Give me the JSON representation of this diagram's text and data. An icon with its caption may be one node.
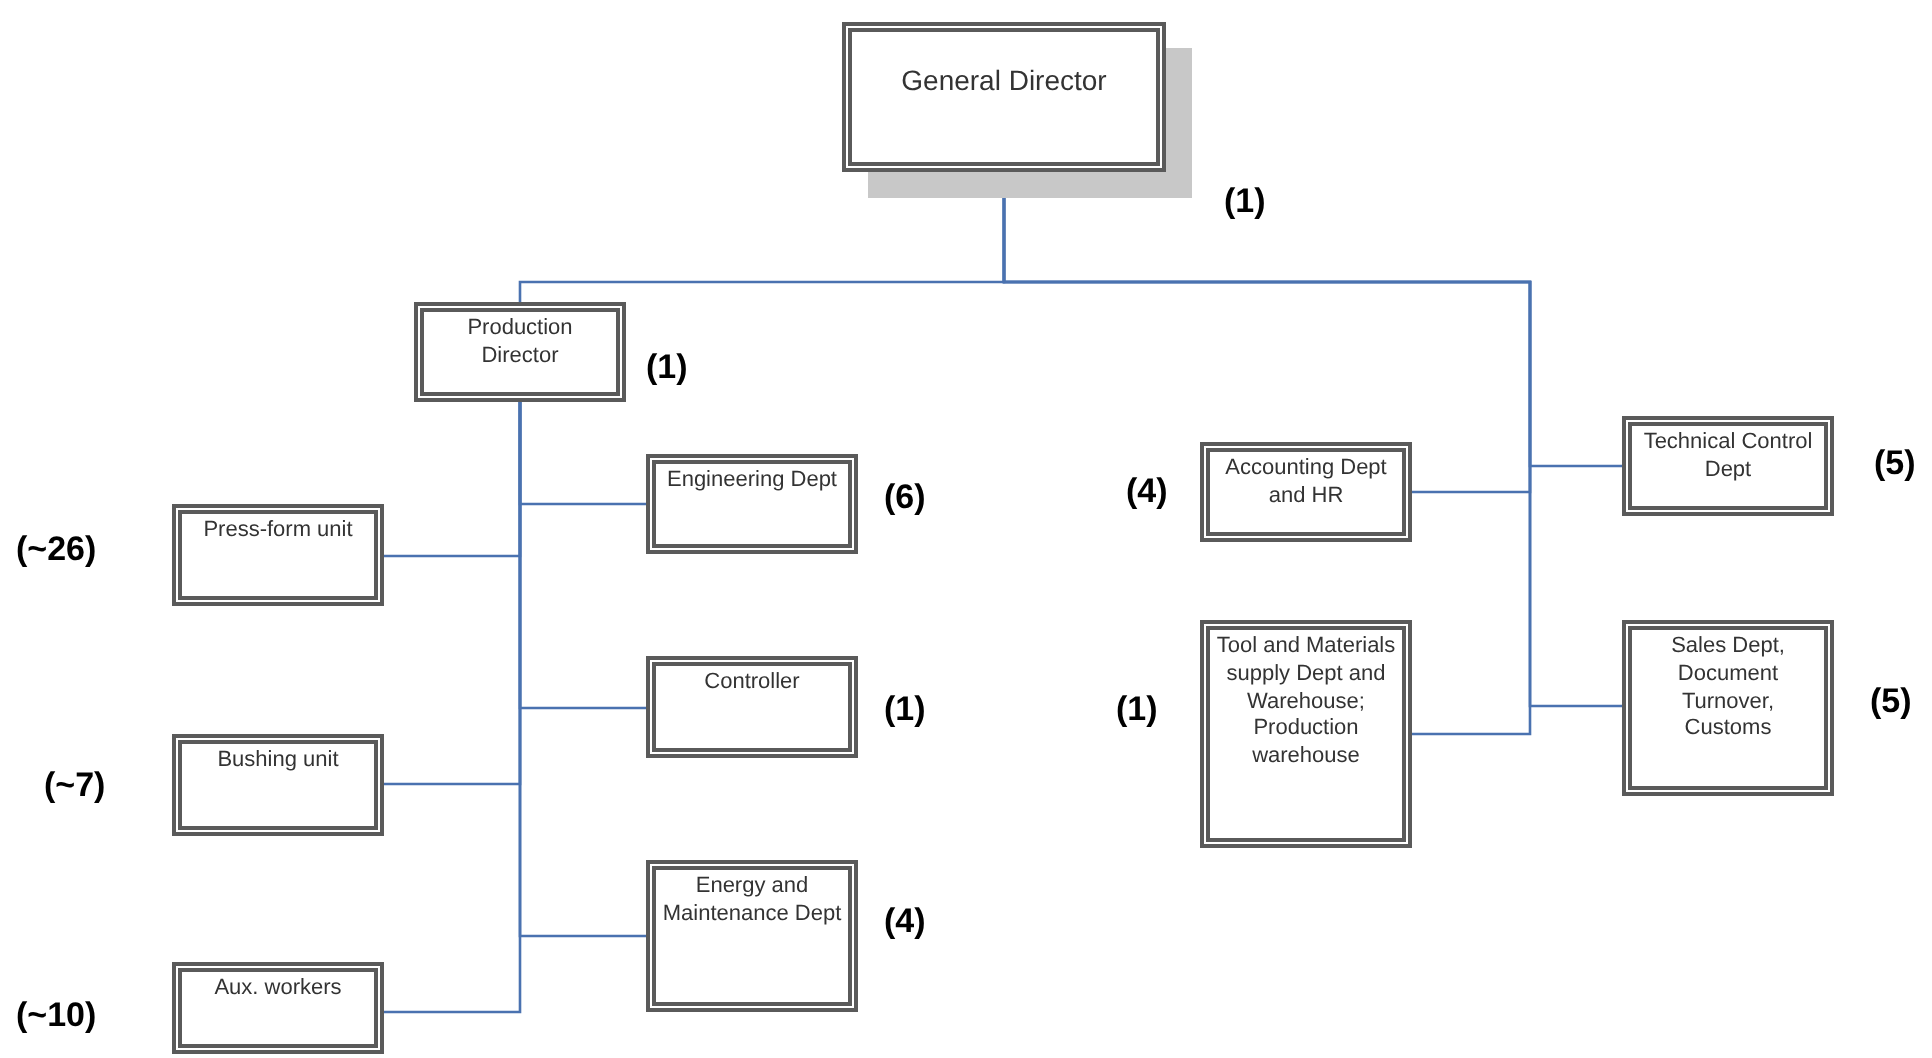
{
  "diagram": {
    "nodes": [
      {
        "text": [
          "General Director"
        ],
        "beside": [
          "(1)"
        ]
      },
      {
        "text": [
          "Production Director"
        ],
        "beside": [
          "(1)"
        ]
      },
      {
        "text": [
          "Engineering Dept"
        ],
        "beside": [
          "(6)"
        ]
      },
      {
        "text": [
          "Press-form unit"
        ],
        "beside": [
          "(~26)"
        ]
      },
      {
        "text": [
          "Controller"
        ],
        "beside": [
          "(1)"
        ]
      },
      {
        "text": [
          "Bushing unit"
        ],
        "beside": [
          "(~7)"
        ]
      },
      {
        "text": [
          "Energy and Maintenance Dept"
        ],
        "beside": [
          "(4)"
        ]
      },
      {
        "text": [
          "Aux. workers"
        ],
        "beside": [
          "(~10)"
        ]
      },
      {
        "text": [
          "Accounting Dept and HR"
        ],
        "beside": [
          "(4)"
        ]
      },
      {
        "text": [
          "Technical Control Dept"
        ],
        "beside": [
          "(5)"
        ]
      },
      {
        "text": [
          "Tool and Materials supply Dept and Warehouse; Production warehouse"
        ],
        "beside": [
          "(1)"
        ]
      },
      {
        "text": [
          "Sales Dept, Document Turnover, Customs"
        ],
        "beside": [
          "(5)"
        ]
      }
    ],
    "edges": [
      {
        "from": 0,
        "to": 1,
        "arrow": "none"
      },
      {
        "from": 0,
        "to": 8,
        "arrow": "none"
      },
      {
        "from": 0,
        "to": 9,
        "arrow": "none"
      },
      {
        "from": 0,
        "to": 10,
        "arrow": "none"
      },
      {
        "from": 0,
        "to": 11,
        "arrow": "none"
      },
      {
        "from": 1,
        "to": 2,
        "arrow": "none"
      },
      {
        "from": 1,
        "to": 3,
        "arrow": "none"
      },
      {
        "from": 1,
        "to": 4,
        "arrow": "none"
      },
      {
        "from": 1,
        "to": 5,
        "arrow": "none"
      },
      {
        "from": 1,
        "to": 6,
        "arrow": "none"
      },
      {
        "from": 1,
        "to": 7,
        "arrow": "none"
      }
    ]
  }
}
